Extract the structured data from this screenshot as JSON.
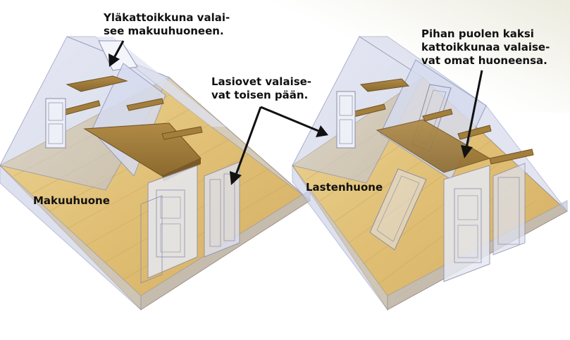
{
  "callouts": {
    "skylight": "Yläkattoikkuna valai-\nsee makuuhuoneen.",
    "glass_doors": "Lasiovet valaise-\nvat toisen pään.",
    "two_windows": "Pihan puolen kaksi\nkattoikkunaa valaise-\nvat omat huoneensa."
  },
  "rooms": {
    "left": "Makuuhuone",
    "right": "Lastenhuone"
  },
  "colors": {
    "wood_floor": "#e3c57e",
    "wood_dark": "#a47f3c",
    "glass": "#c9d0e6",
    "glass_edge": "#8e95b8",
    "door_line": "#8c8ca8"
  }
}
